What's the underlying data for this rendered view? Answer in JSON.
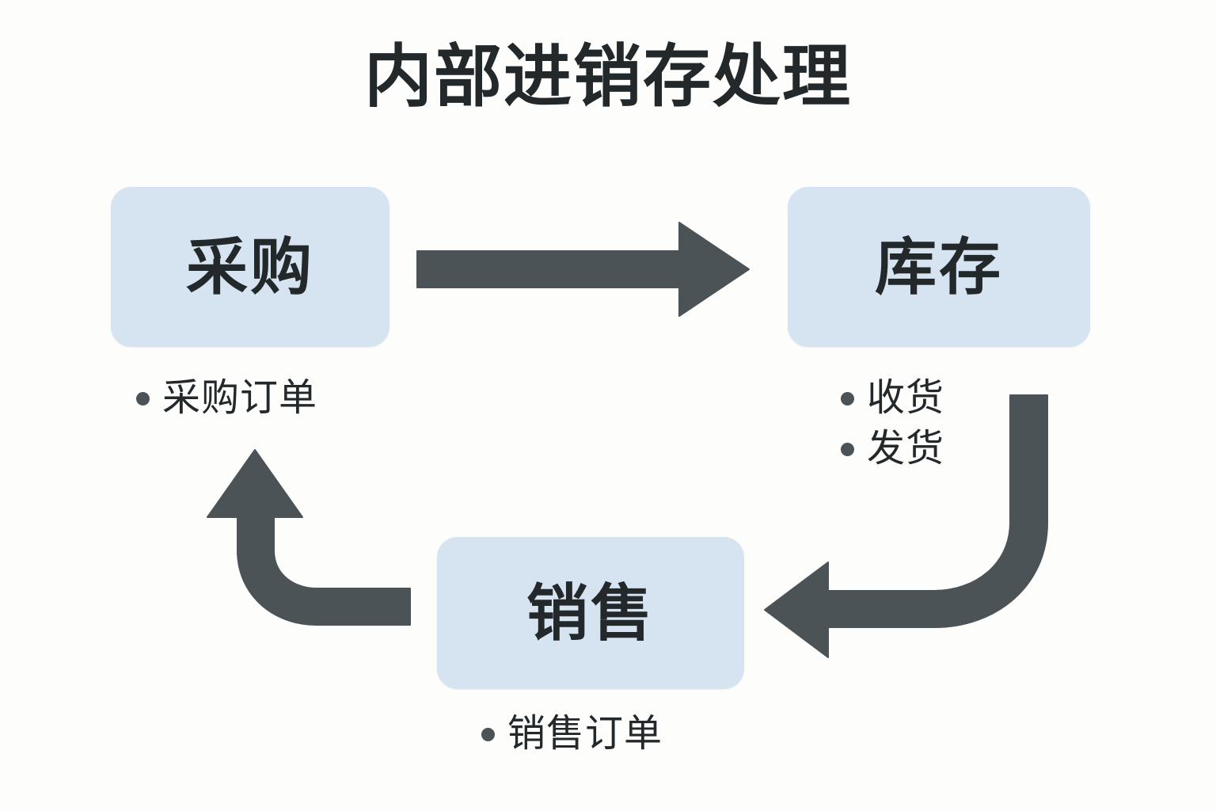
{
  "title": "内部进销存处理",
  "colors": {
    "background": "#fdfdfb",
    "box_fill": "#d6e3f0",
    "arrow": "#4b5356",
    "text": "#23282b",
    "bullet_dot": "#4b5356"
  },
  "nodes": [
    {
      "id": "purchase",
      "label": "采购"
    },
    {
      "id": "stock",
      "label": "库存"
    },
    {
      "id": "sales",
      "label": "销售"
    }
  ],
  "bullets": {
    "purchase": [
      {
        "text": "采购订单"
      }
    ],
    "stock": [
      {
        "text": "收货"
      },
      {
        "text": "发货"
      }
    ],
    "sales": [
      {
        "text": "销售订单"
      }
    ]
  },
  "arrows": [
    {
      "id": "purchase-to-stock",
      "from": "采购",
      "to": "库存",
      "shape": "straight-right"
    },
    {
      "id": "stock-to-sales",
      "from": "库存",
      "to": "销售",
      "shape": "curved-down-left"
    },
    {
      "id": "sales-to-purchase",
      "from": "销售",
      "to": "采购",
      "shape": "curved-left-up"
    }
  ]
}
